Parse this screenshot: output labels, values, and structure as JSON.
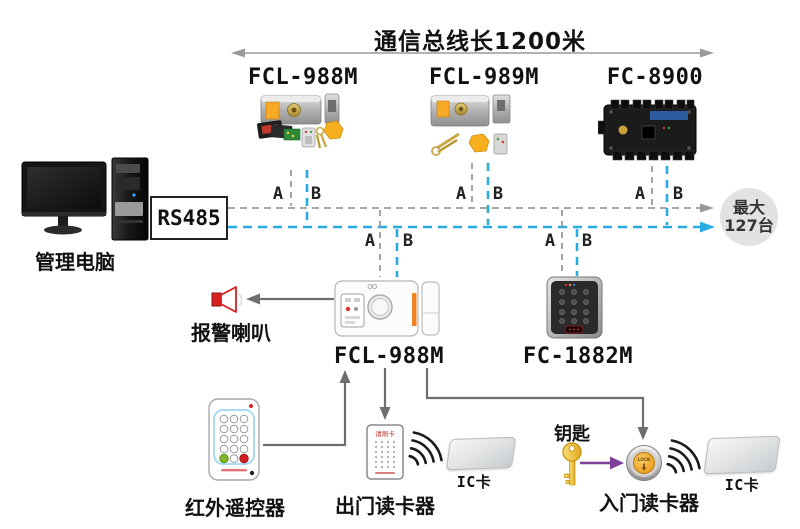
{
  "title": "通信总线长1200米",
  "bus": {
    "rs485_label": "RS485",
    "max_units": {
      "line1": "最大",
      "line2": "127台"
    },
    "wire_a_label": "A",
    "wire_b_label": "B",
    "wire_a_color": "#9a9a9a",
    "wire_b_color": "#29abe2"
  },
  "top_devices": [
    {
      "label": "FCL-988M"
    },
    {
      "label": "FCL-989M"
    },
    {
      "label": "FC-8900"
    }
  ],
  "computer": {
    "label": "管理电脑"
  },
  "alarm": {
    "label": "报警喇叭"
  },
  "mid_lock": {
    "label": "FCL-988M"
  },
  "keypad_reader": {
    "label": "FC-1882M"
  },
  "bottom": {
    "remote": {
      "label": "红外遥控器"
    },
    "exit_reader": {
      "label": "出门读卡器",
      "screen_text": "请刷卡"
    },
    "ic_card_left": {
      "label": "IC卡"
    },
    "key": {
      "label": "钥匙"
    },
    "entry_reader": {
      "label": "入门读卡器",
      "button_text": "LOCK"
    },
    "ic_card_right": {
      "label": "IC卡"
    }
  }
}
